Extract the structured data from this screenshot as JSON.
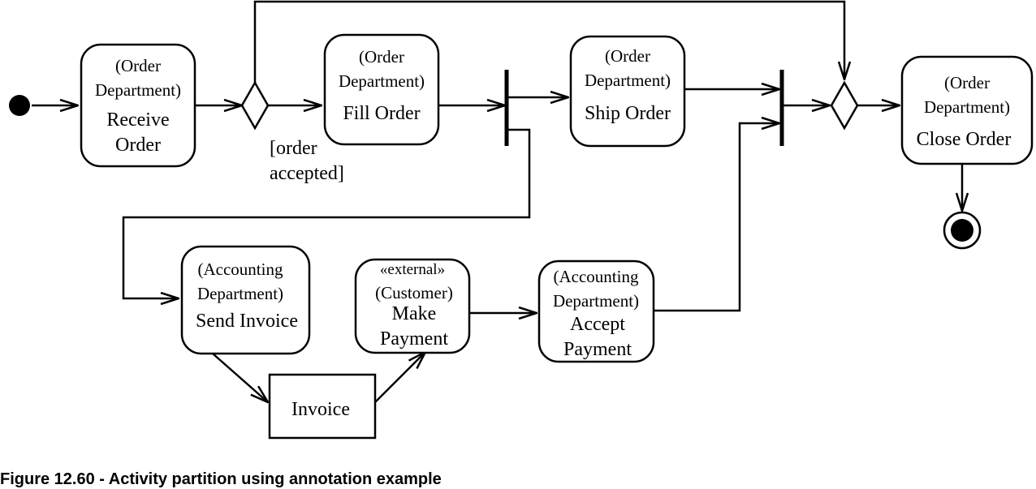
{
  "actions": {
    "receive_order": {
      "partition": "(Order\nDepartment)",
      "name": "Receive\nOrder"
    },
    "fill_order": {
      "partition": "(Order\nDepartment)",
      "name": "Fill Order"
    },
    "ship_order": {
      "partition": "(Order\nDepartment)",
      "name": "Ship Order"
    },
    "close_order": {
      "partition": "(Order\nDepartment)",
      "name": "Close Order"
    },
    "send_invoice": {
      "partition": "(Accounting\nDepartment)",
      "name": "Send Invoice"
    },
    "make_payment": {
      "stereotype": "«external»",
      "partition": "(Customer)",
      "name": "Make\nPayment"
    },
    "accept_payment": {
      "partition": "(Accounting\nDepartment)",
      "name": "Accept\nPayment"
    }
  },
  "object_node": {
    "label": "Invoice"
  },
  "guard": {
    "text": "[order\naccepted]"
  },
  "caption": "Figure 12.60 - Activity partition using annotation example"
}
